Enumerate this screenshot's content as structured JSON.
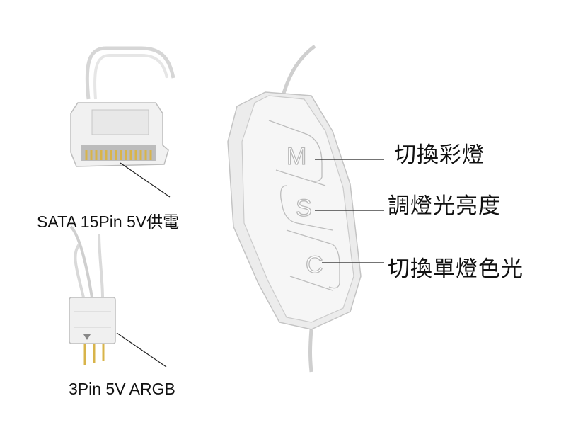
{
  "controller": {
    "buttons": [
      {
        "letter": "M",
        "label": "切換彩燈"
      },
      {
        "letter": "S",
        "label": "調燈光亮度"
      },
      {
        "letter": "C",
        "label": "切換單燈色光"
      }
    ]
  },
  "connectors": {
    "sata_label": "SATA 15Pin 5V供電",
    "argb_label": "3Pin 5V ARGB"
  },
  "colors": {
    "body": "#f2f2f2",
    "outline": "#c8c8c8",
    "pins": "#d8b44a",
    "text": "#111111"
  }
}
